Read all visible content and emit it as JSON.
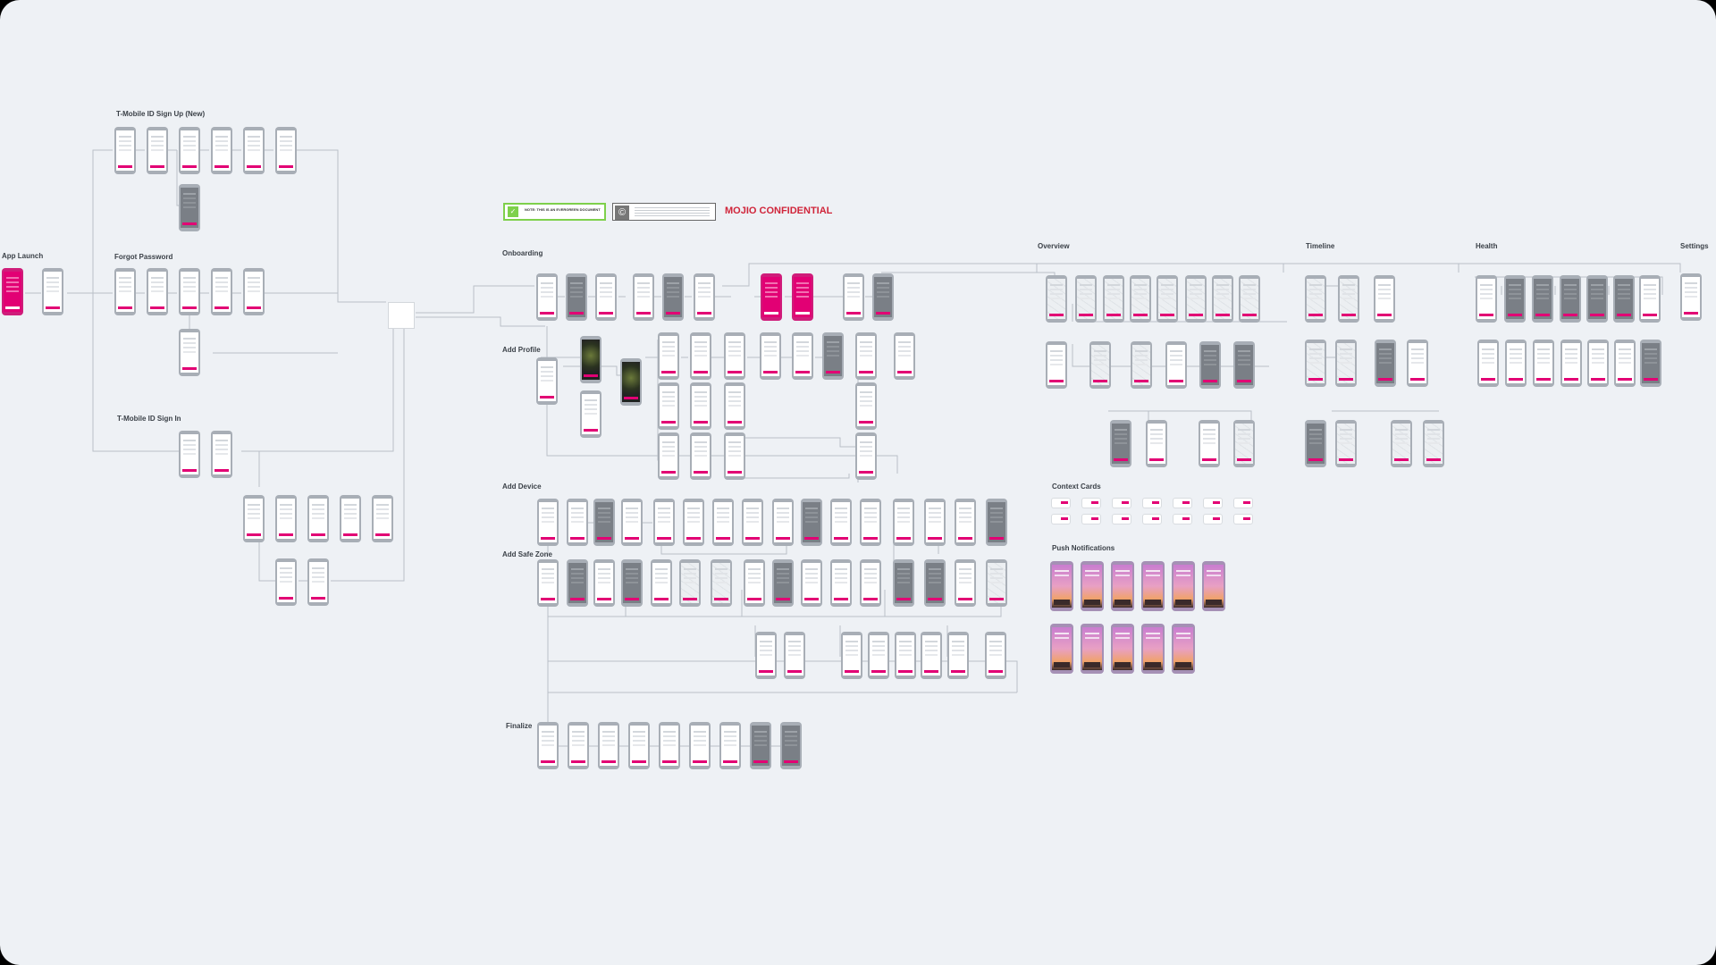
{
  "sections": {
    "app_launch": "App Launch",
    "signup": "T-Mobile ID Sign Up (New)",
    "forgot": "Forgot Password",
    "signin": "T-Mobile ID Sign In",
    "onboarding": "Onboarding",
    "add_profile": "Add Profile",
    "add_device": "Add Device",
    "add_safe_zone": "Add Safe Zone",
    "finalize": "Finalize",
    "overview": "Overview",
    "timeline": "Timeline",
    "health": "Health",
    "settings": "Settings",
    "context_cards": "Context Cards",
    "push_notifications": "Push Notifications"
  },
  "banners": {
    "evergreen": "NOTE: THIS IS AN EVERGREEN DOCUMENT",
    "confidential": "MOJIO CONFIDENTIAL"
  },
  "colors": {
    "brand": "#e20074",
    "canvas": "#eef1f5",
    "frame": "#a8aeb6",
    "wire": "#b9c0c8",
    "confidential": "#d0253a",
    "evergreen": "#7ed04b"
  },
  "icons": [
    "check-icon",
    "copyright-icon"
  ]
}
